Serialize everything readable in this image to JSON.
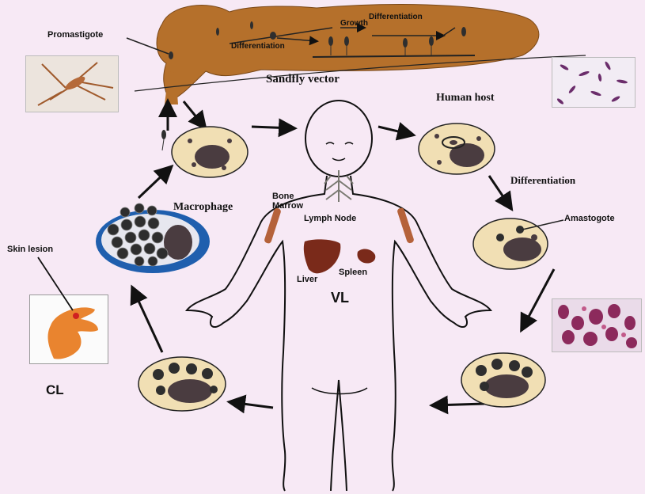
{
  "labels": {
    "promastigote": "Promastigote",
    "differentiation_top": "Differentiation",
    "growth": "Growth",
    "differentiation_mid": "Differentiation",
    "sandfly_vector": "Sandfly vector",
    "human_host": "Human host",
    "differentiation_right": "Differentiation",
    "amastogote": "Amastogote",
    "macrophage": "Macrophage",
    "bone_marrow": "Bone\nMarrow",
    "lymph_node": "Lymph Node",
    "liver": "Liver",
    "spleen": "Spleen",
    "vl": "VL",
    "skin_lesion": "Skin lesion",
    "cl": "CL"
  },
  "colors": {
    "background": "#f7e9f5",
    "sandfly_body": "#b5702b",
    "cell_fill": "#f1dfb4",
    "nucleus": "#4a3c40",
    "parasite": "#2e2e2e",
    "macrophage_ring": "#1f5fae",
    "liver": "#7a2a1a",
    "bone": "#b5623a"
  },
  "icons": [
    "mosquito-photo",
    "hand-lesion-photo",
    "promastigote-smear-photo",
    "amastigote-smear-photo"
  ]
}
